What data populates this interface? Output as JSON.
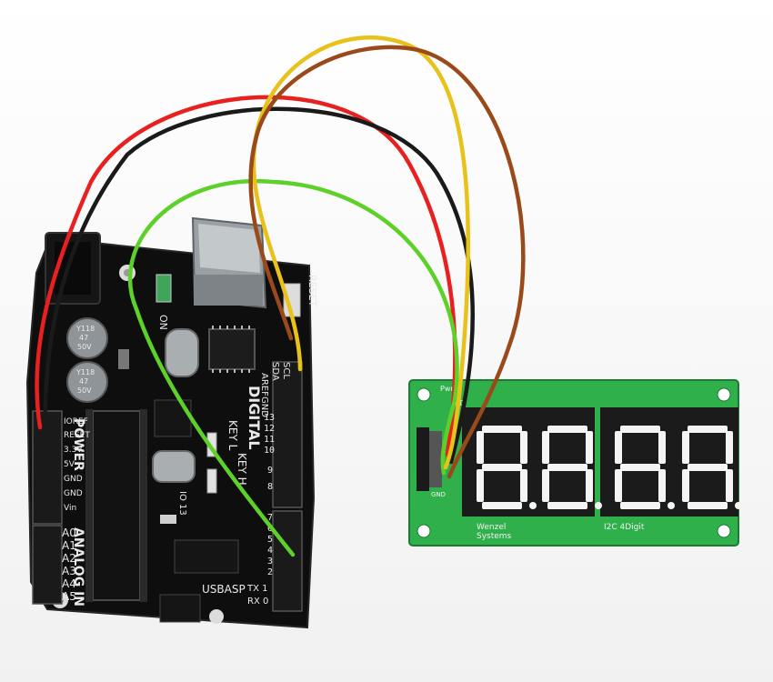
{
  "scene": {
    "subject": "arduino-and-i2c-4-digit-display"
  },
  "arduino": {
    "reset_label": "RESET",
    "on_label": "ON",
    "digital_label": "DIGITAL",
    "power_label": "POWER",
    "analog_label": "ANALOG IN",
    "usbasp_label": "USBASP",
    "l_label": "L",
    "key_label": "KEY L",
    "key_h_label": "KEY H",
    "io13_label": "IO 13",
    "scl_label": "SCL",
    "sda_label": "SDA",
    "aref_label": "AREF",
    "gnd_label": "GND",
    "digital_pins": [
      "13",
      "12",
      "11",
      "10",
      "9",
      "8",
      "7",
      "6",
      "5",
      "4",
      "3",
      "2"
    ],
    "tx_label": "TX 1",
    "rx_label": "RX 0",
    "power_pins": [
      "IOREF",
      "RESET",
      "3.3V",
      "5V",
      "GND",
      "GND",
      "Vin"
    ],
    "analog_pins": [
      "A0",
      "A1",
      "A2",
      "A3",
      "A4",
      "A5"
    ],
    "cap1_text": [
      "Y118",
      "47",
      "50V"
    ],
    "cap2_text": [
      "Y118",
      "47",
      "50V"
    ]
  },
  "display_module": {
    "maker_line1": "Wenzel",
    "maker_line2": "Systems",
    "model_label": "I2C 4Digit",
    "pwr_label": "Pwr",
    "led_label": "LED",
    "gnd_label": "GND",
    "digits": [
      "8",
      "8",
      "8",
      "8"
    ]
  },
  "wires": {
    "colors": {
      "yellow": "#e8c21a",
      "brown": "#9a4a1a",
      "red": "#e82020",
      "black": "#1a1a1a",
      "green": "#5ed02a"
    }
  }
}
